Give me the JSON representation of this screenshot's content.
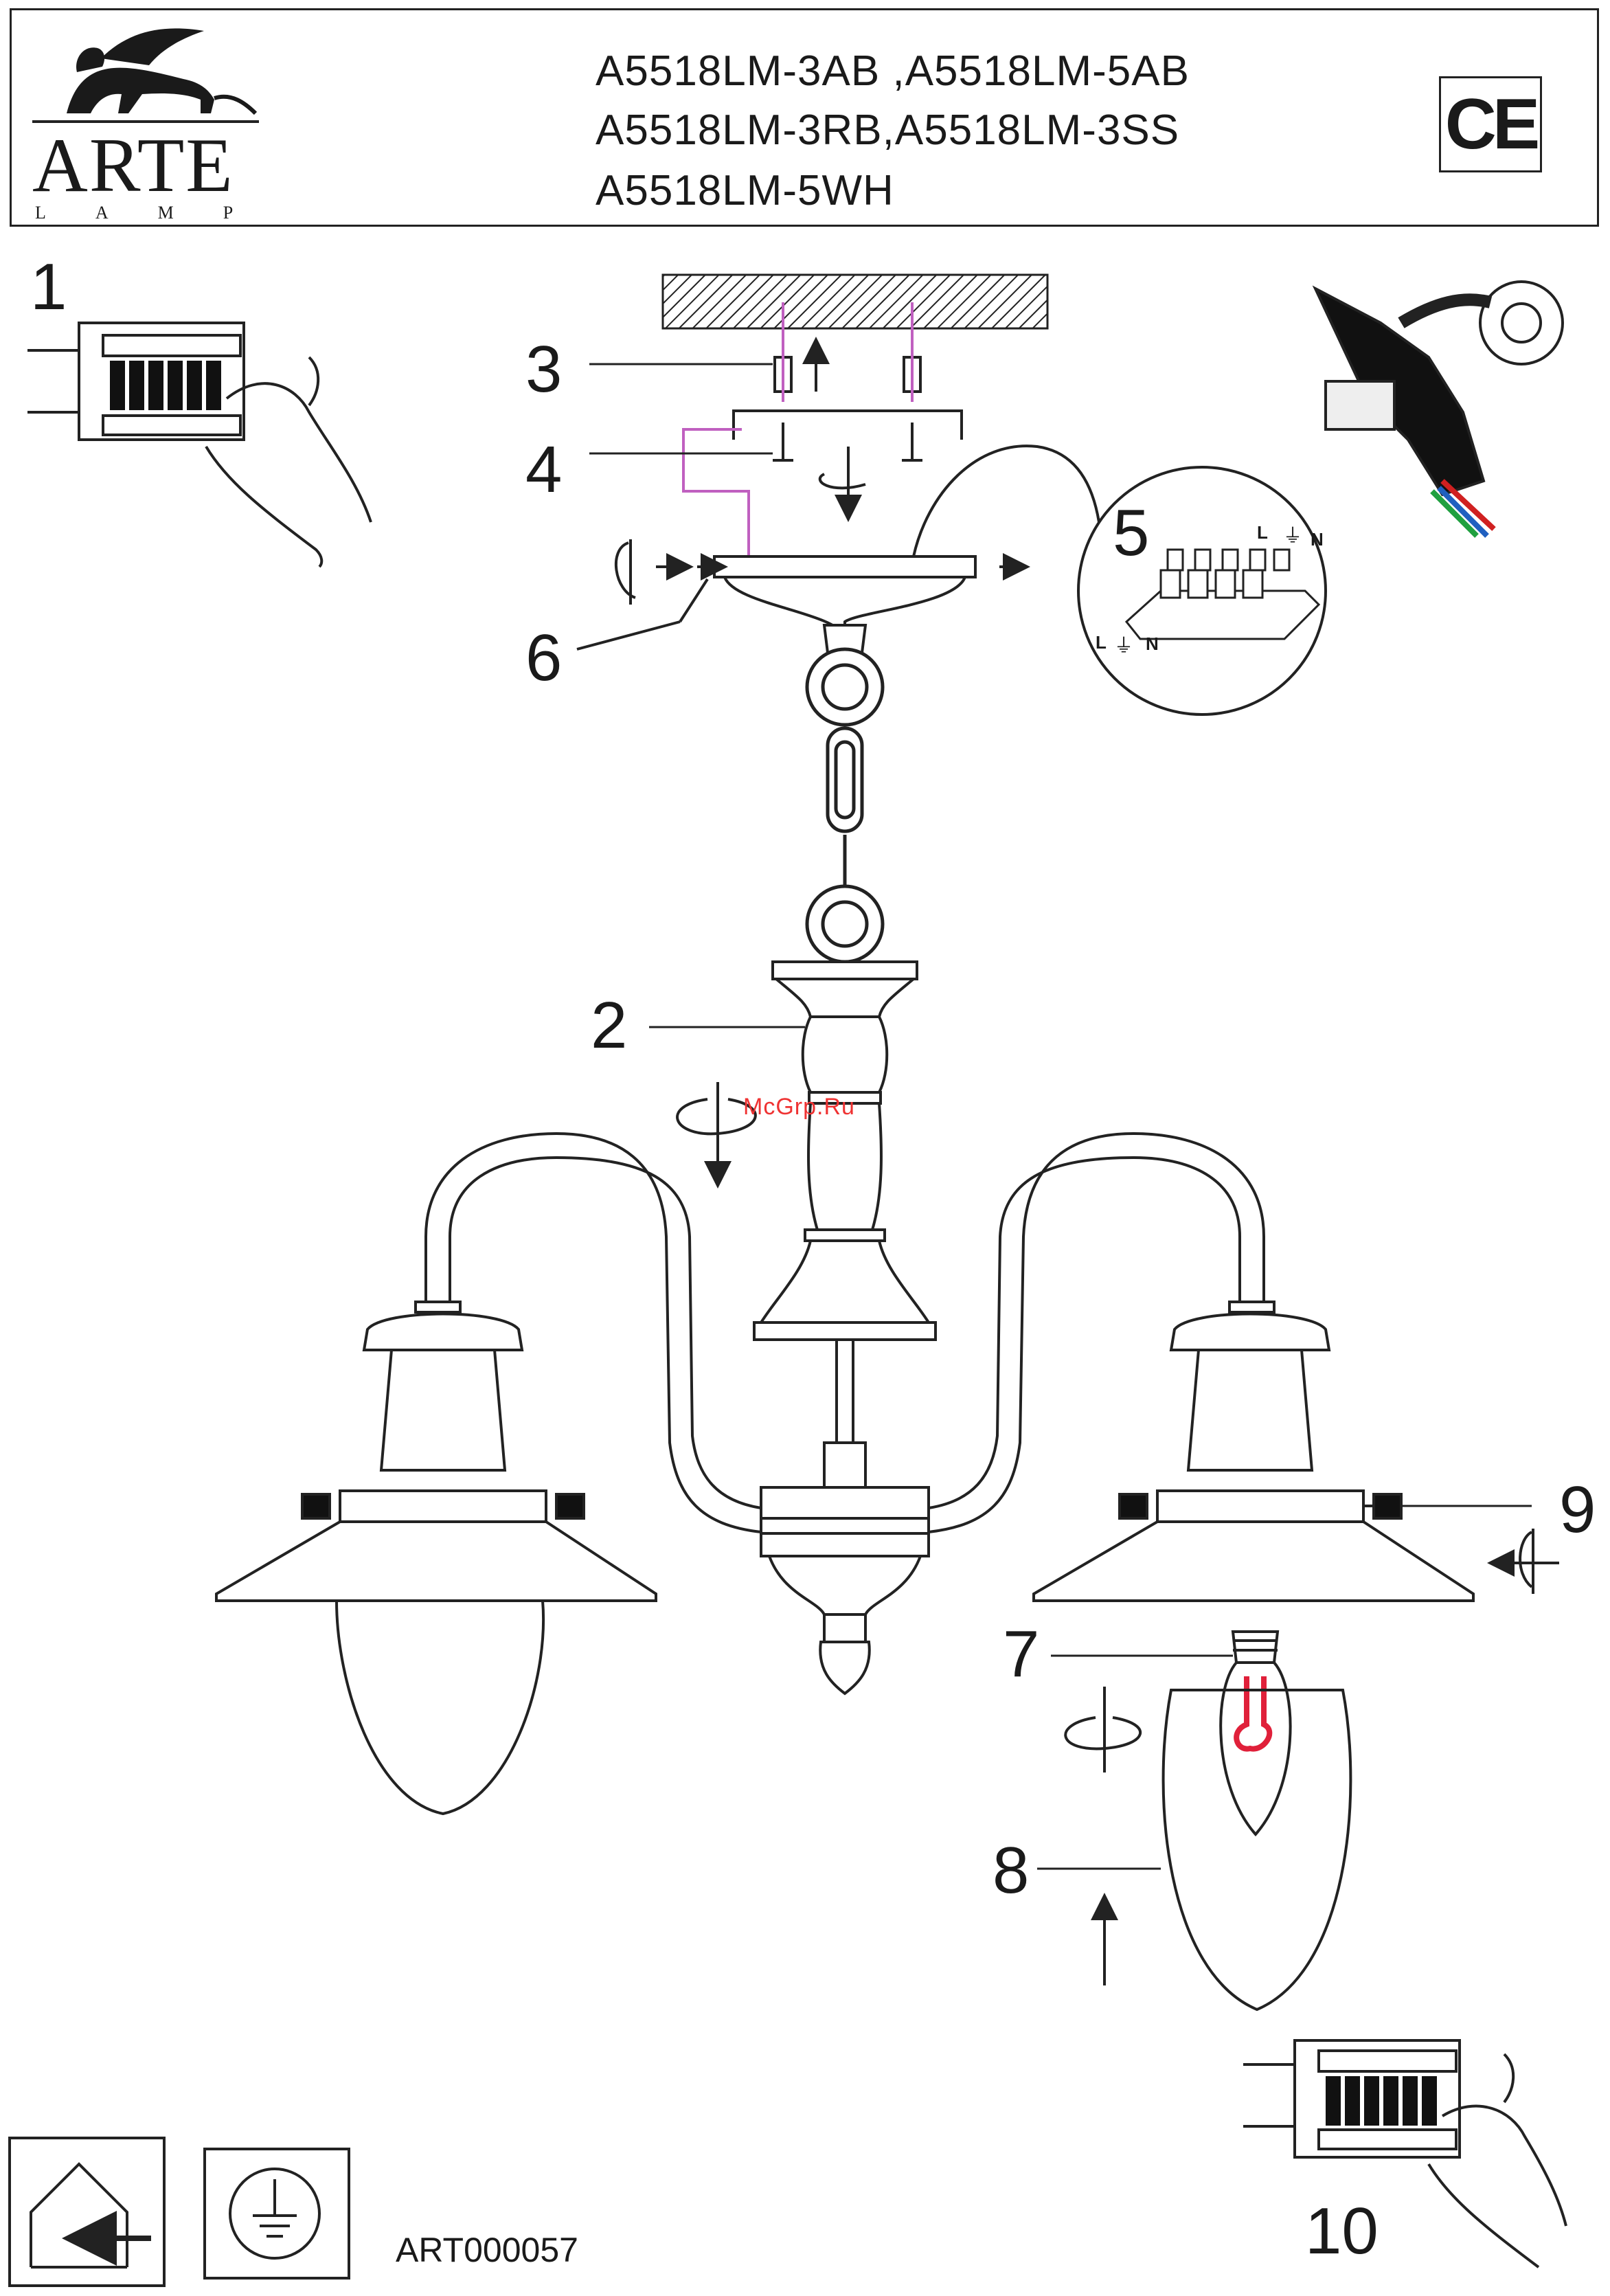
{
  "brand": {
    "name": "ARTE",
    "sub": "LAMP"
  },
  "models": [
    "A5518LM-3AB ,A5518LM-5AB",
    "A5518LM-3RB,A5518LM-3SS",
    "A5518LM-5WH"
  ],
  "certification": "CE",
  "step_numbers": [
    "1",
    "2",
    "3",
    "4",
    "5",
    "6",
    "7",
    "8",
    "9",
    "10"
  ],
  "terminal_labels": {
    "live": "L",
    "neutral": "N",
    "earth": "⏚"
  },
  "watermark": "McGrp.Ru",
  "article": "ART000057",
  "icons": [
    "lion-logo-icon",
    "ce-mark-icon",
    "indoor-use-icon",
    "earth-ground-icon",
    "breaker-panel-icon",
    "hand-icon",
    "rotate-arrow-icon",
    "insulating-tape-icon",
    "terminal-block-icon",
    "bulb-icon"
  ],
  "colors": {
    "line": "#222222",
    "wire": "#c060c0",
    "filament": "#e0203a",
    "watermark": "#ef3232"
  }
}
